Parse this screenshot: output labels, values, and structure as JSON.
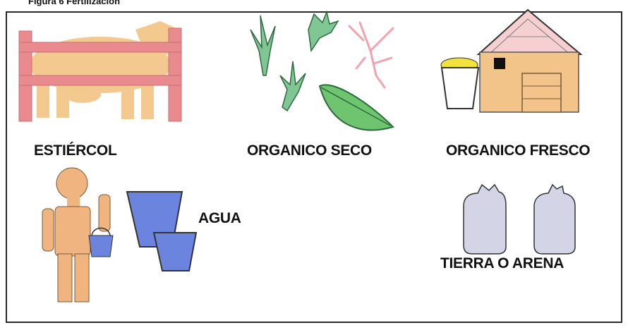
{
  "figure_title": "Figura 6 Fertilización",
  "items": {
    "manure": {
      "label": "ESTIÉRCOL",
      "icon": "cow-icon"
    },
    "dry_organic": {
      "label": "ORGANICO SECO",
      "icon": "dry-plants-icon"
    },
    "fresh_organic": {
      "label": "ORGANICO FRESCO",
      "icon": "house-bucket-icon"
    },
    "water": {
      "label": "AGUA",
      "icon": "person-buckets-icon"
    },
    "soil": {
      "label": "TIERRA O ARENA",
      "icon": "soil-sacks-icon"
    }
  },
  "colors": {
    "fence": "#e98a8f",
    "cow": "#f3c98f",
    "leaf": "#6fc46f",
    "stem": "#7fc694",
    "dry_twig": "#f2a3ad",
    "house": "#f2c48a",
    "roof": "#f6d0d0",
    "water_bucket": "#6b84de",
    "person": "#f0b480",
    "sack": "#d3d5e6",
    "yellow": "#f2e23a"
  }
}
